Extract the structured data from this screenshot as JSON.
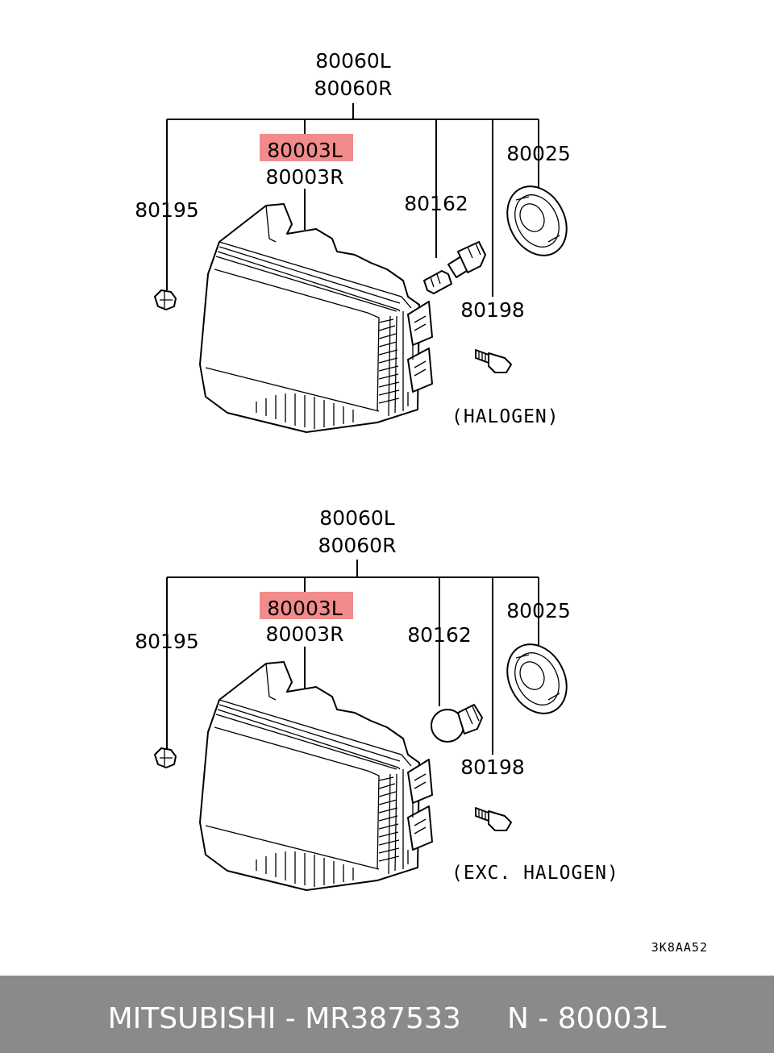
{
  "diagrams": [
    {
      "assembly_l": "80060L",
      "assembly_r": "80060R",
      "unit_l": "80003L",
      "unit_r": "80003R",
      "clip": "80195",
      "bulb": "80162",
      "cap": "80025",
      "screw": "80198",
      "note": "(HALOGEN)"
    },
    {
      "assembly_l": "80060L",
      "assembly_r": "80060R",
      "unit_l": "80003L",
      "unit_r": "80003R",
      "clip": "80195",
      "bulb": "80162",
      "cap": "80025",
      "screw": "80198",
      "note": "(EXC. HALOGEN)"
    }
  ],
  "drawing_code": "3K8AA52",
  "footer": {
    "brand": "MITSUBISHI",
    "part_number": "MR387533",
    "ref": "N - 80003L"
  },
  "highlight_color": "#f28b8b",
  "footer_color": "#8a8a8a"
}
